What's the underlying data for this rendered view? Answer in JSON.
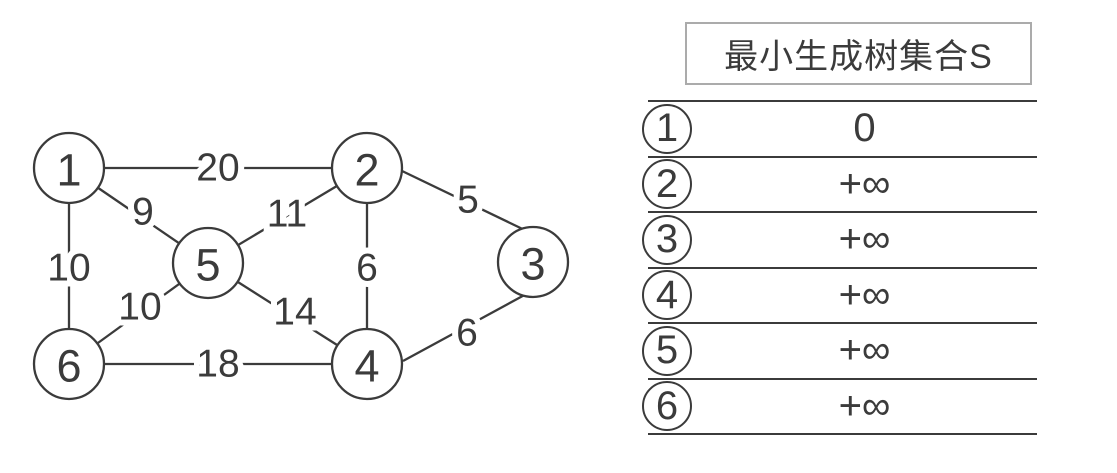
{
  "graph": {
    "nodes": [
      {
        "label": "1"
      },
      {
        "label": "2"
      },
      {
        "label": "3"
      },
      {
        "label": "4"
      },
      {
        "label": "5"
      },
      {
        "label": "6"
      }
    ],
    "edges": [
      {
        "from": "1",
        "to": "2",
        "weight": "20"
      },
      {
        "from": "1",
        "to": "5",
        "weight": "9"
      },
      {
        "from": "1",
        "to": "6",
        "weight": "10"
      },
      {
        "from": "2",
        "to": "5",
        "weight": "11"
      },
      {
        "from": "2",
        "to": "3",
        "weight": "5"
      },
      {
        "from": "2",
        "to": "4",
        "weight": "6"
      },
      {
        "from": "5",
        "to": "6",
        "weight": "10"
      },
      {
        "from": "5",
        "to": "4",
        "weight": "14"
      },
      {
        "from": "6",
        "to": "4",
        "weight": "18"
      },
      {
        "from": "3",
        "to": "4",
        "weight": "6"
      }
    ]
  },
  "table": {
    "title": "最小生成树集合S",
    "rows": [
      {
        "node": "1",
        "value": "0"
      },
      {
        "node": "2",
        "value": "+∞"
      },
      {
        "node": "3",
        "value": "+∞"
      },
      {
        "node": "4",
        "value": "+∞"
      },
      {
        "node": "5",
        "value": "+∞"
      },
      {
        "node": "6",
        "value": "+∞"
      }
    ]
  },
  "colors": {
    "ink": "#3b3b3b",
    "title_border": "#ababab",
    "background": "#ffffff"
  }
}
